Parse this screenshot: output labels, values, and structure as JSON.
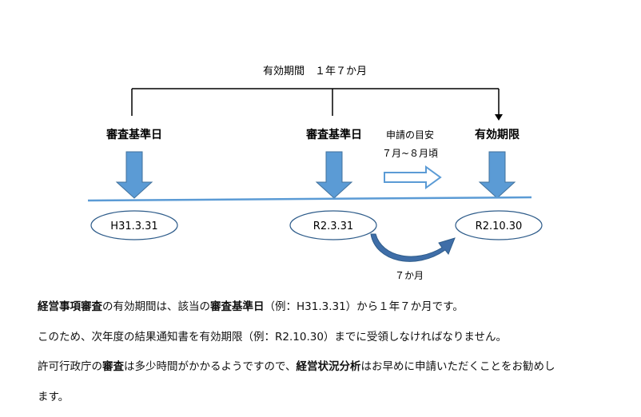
{
  "validity_period_label": "有効期間　１年７か月",
  "points": [
    {
      "heading": "審査基準日",
      "date": "H31.3.31"
    },
    {
      "heading": "審査基準日",
      "date": "R2.3.31"
    },
    {
      "heading": "有効期限",
      "date": "R2.10.30"
    }
  ],
  "application_guide": {
    "title": "申請の目安",
    "range": "７月~８月頃"
  },
  "gap_label": "７か月",
  "paragraphs": {
    "p1": {
      "a_bold": "経営事項審査",
      "b": "の有効期間は、該当の",
      "c_bold": "審査基準日",
      "d": "（例：H31.3.31）から１年７か月です。"
    },
    "p2": "このため、次年度の結果通知書を有効期限（例：R2.10.30）までに受領しなければなりません。",
    "p3": {
      "a": "許可行政庁の",
      "b_bold": "審査",
      "c": "は多少時間がかかるようですので、",
      "d_bold": "経営状況分析",
      "e": "はお早めに申請いただくことをお勧めし"
    },
    "p4": "ます。"
  },
  "colors": {
    "arrow_fill": "#5b9bd5",
    "arrow_stroke": "#41719c",
    "timeline": "#5b9bd5",
    "ellipse_stroke": "#2e5c8a"
  }
}
